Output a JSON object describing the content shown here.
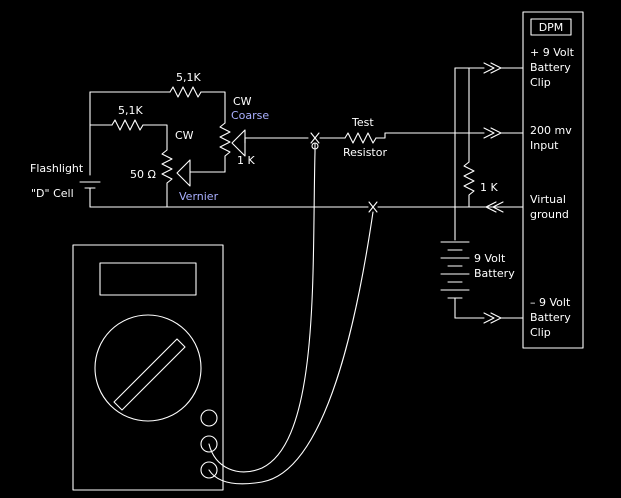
{
  "colors": {
    "background": "#000000",
    "line": "#ffffff",
    "accent_label": "#aab0ff"
  },
  "labels": {
    "dpm_title": "DPM",
    "plus9_line1": "+ 9 Volt",
    "plus9_line2": "Battery",
    "plus9_line3": "Clip",
    "input_line1": "200 mv",
    "input_line2": "Input",
    "vground_line1": "Virtual",
    "vground_line2": "ground",
    "minus9_line1": "– 9 Volt",
    "minus9_line2": "Battery",
    "minus9_line3": "Clip",
    "battery9_line1": "9 Volt",
    "battery9_line2": "Battery",
    "r_1k_right": "1 K",
    "test_line1": "Test",
    "test_line2": "Resistor",
    "r_51k_top": "5,1K",
    "r_51k_mid": "5,1K",
    "cw_coarse": "CW",
    "coarse": "Coarse",
    "cw_vernier": "CW",
    "pot_1k": "1 K",
    "ohm50": "50 Ω",
    "vernier": "Vernier",
    "flashlight": "Flashlight",
    "dcell": "\"D\" Cell"
  }
}
